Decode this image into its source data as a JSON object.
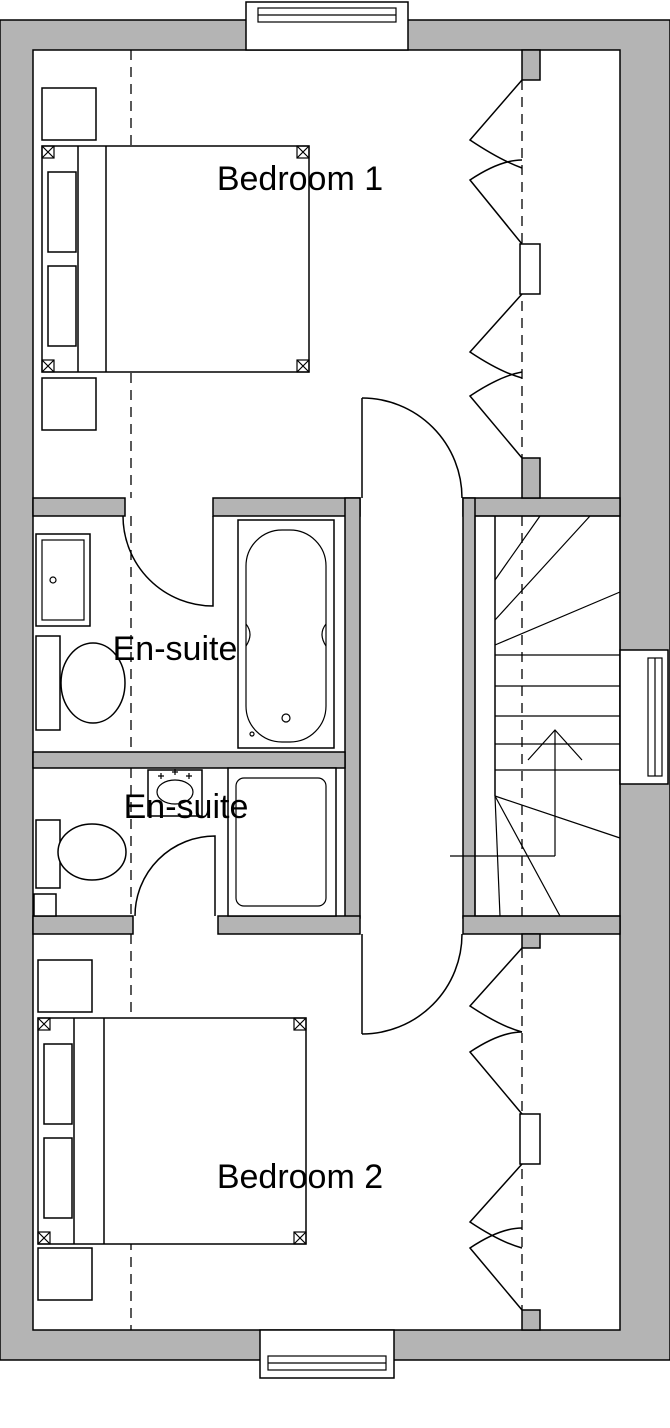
{
  "rooms": {
    "bedroom1": "Bedroom 1",
    "ensuite1": "En-suite",
    "ensuite2": "En-suite",
    "bedroom2": "Bedroom 2"
  }
}
